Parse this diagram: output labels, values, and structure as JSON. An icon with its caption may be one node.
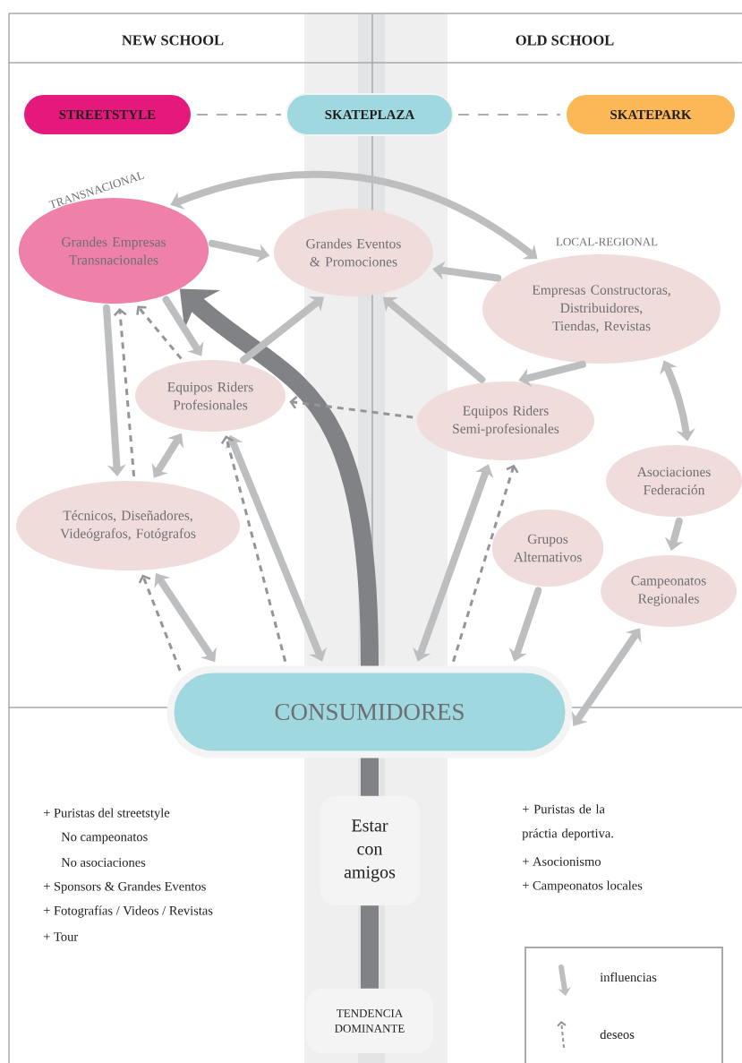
{
  "diagram": {
    "nodes": [
      {
        "text": [
          "STREETSTYLE"
        ]
      },
      {
        "text": [
          "SKATEPLAZA"
        ]
      },
      {
        "text": [
          "SKATEPARK"
        ]
      },
      {
        "text": [
          "Grandes Empresas Transnacionales"
        ],
        "beside": [
          "TRANSNACIONAL"
        ]
      },
      {
        "text": [
          "Grandes Eventos & Promociones"
        ]
      },
      {
        "text": [
          "Empresas Constructoras, Distribuidores, Tiendas, Revistas"
        ],
        "beside": [
          "LOCAL-REGIONAL"
        ]
      },
      {
        "text": [
          "Equipos Riders Profesionales"
        ]
      },
      {
        "text": [
          "Equipos Riders Semi-profesionales"
        ]
      },
      {
        "text": [
          "Técnicos, Diseñadores, Videógrafos, Fotógrafos"
        ]
      },
      {
        "text": [
          "Asociaciones Federación"
        ]
      },
      {
        "text": [
          "Grupos Alternativos"
        ]
      },
      {
        "text": [
          "Campeonatos Regionales"
        ]
      },
      {
        "text": [
          "CONSUMIDORES"
        ]
      },
      {
        "text": [
          "Estar con amigos"
        ]
      },
      {
        "text": [
          "TENDENCIA DOMINANTE"
        ]
      }
    ],
    "edges": [
      {
        "from": 0,
        "to": 1,
        "arrow": "none",
        "style": "dashed"
      },
      {
        "from": 1,
        "to": 2,
        "arrow": "none",
        "style": "dashed"
      },
      {
        "from": 3,
        "to": 5,
        "arrow": "both"
      },
      {
        "from": 3,
        "to": 4,
        "arrow": "to"
      },
      {
        "from": 5,
        "to": 4,
        "arrow": "to"
      },
      {
        "from": 7,
        "to": 4,
        "arrow": "to"
      },
      {
        "from": 6,
        "to": 4,
        "arrow": "to"
      },
      {
        "from": 3,
        "to": 6,
        "arrow": "to"
      },
      {
        "from": 6,
        "to": 3,
        "arrow": "to",
        "style": "dashed"
      },
      {
        "from": 3,
        "to": 8,
        "arrow": "to"
      },
      {
        "from": 8,
        "to": 3,
        "arrow": "to",
        "style": "dashed"
      },
      {
        "from": 8,
        "to": 6,
        "arrow": "both"
      },
      {
        "from": 7,
        "to": 6,
        "arrow": "to",
        "style": "dashed"
      },
      {
        "from": 5,
        "to": 7,
        "arrow": "to"
      },
      {
        "from": 5,
        "to": 9,
        "arrow": "both"
      },
      {
        "from": 9,
        "to": 11,
        "arrow": "to"
      },
      {
        "from": 11,
        "to": 12,
        "arrow": "both"
      },
      {
        "from": 10,
        "to": 12,
        "arrow": "to"
      },
      {
        "from": 12,
        "to": 7,
        "arrow": "both"
      },
      {
        "from": 12,
        "to": 7,
        "arrow": "to",
        "style": "dashed"
      },
      {
        "from": 12,
        "to": 6,
        "arrow": "both"
      },
      {
        "from": 12,
        "to": 6,
        "arrow": "to",
        "style": "dashed"
      },
      {
        "from": 12,
        "to": 8,
        "arrow": "both"
      },
      {
        "from": 12,
        "to": 8,
        "arrow": "to",
        "style": "dashed"
      },
      {
        "from": 14,
        "to": 13,
        "arrow": "none",
        "style": "thick",
        "color": "#808285"
      },
      {
        "from": 13,
        "to": 12,
        "arrow": "none",
        "style": "thick",
        "color": "#808285"
      },
      {
        "from": 12,
        "to": 3,
        "arrow": "to",
        "style": "thick",
        "color": "#808285"
      }
    ],
    "labels": [
      "NEW SCHOOL",
      "OLD SCHOOL",
      "+ Puristas del streetstyle",
      "No campeonatos",
      "No asociaciones",
      "+ Sponsors & Grandes Eventos",
      "+ Fotografías / Videos / Revistas",
      "+ Tour",
      "+ Puristas de la práctia deportiva.",
      "+ Asocionismo",
      "+ Campeonatos locales"
    ],
    "legend": [
      {
        "text": "influencias"
      },
      {
        "text": "deseos"
      }
    ]
  }
}
